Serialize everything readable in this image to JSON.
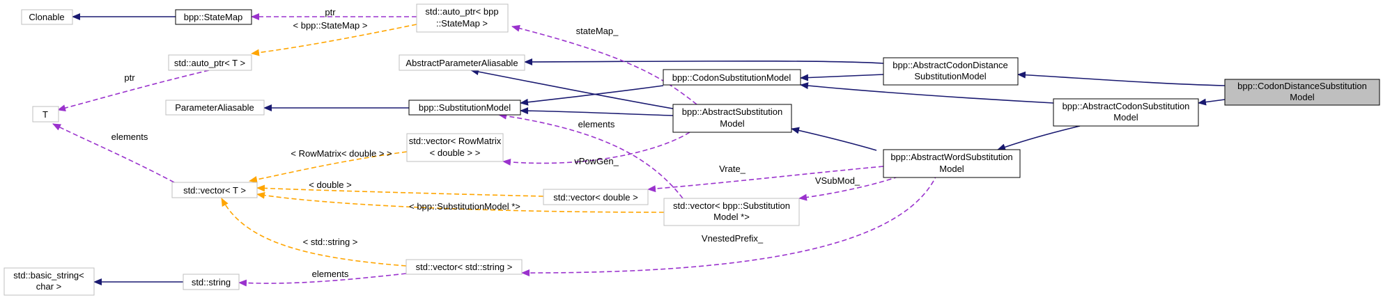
{
  "colors": {
    "inheritance": "#191970",
    "usage": "#9a32cd",
    "template": "#ffa500",
    "focus_fill": "#bfbfbf",
    "muted_border": "#bfbfbf",
    "strong_border": "#000000"
  },
  "nodes": {
    "cloneable": [
      "Clonable"
    ],
    "statemap": [
      "bpp::StateMap"
    ],
    "autoptr_statemap": [
      "std::auto_ptr< bpp",
      "::StateMap >"
    ],
    "autoptr_t": [
      "std::auto_ptr< T >"
    ],
    "t": [
      "T"
    ],
    "abstract_param_aliasable": [
      "AbstractParameterAliasable"
    ],
    "param_aliasable": [
      "ParameterAliasable"
    ],
    "substitution_model": [
      "bpp::SubstitutionModel"
    ],
    "codon_sub_model": [
      "bpp::CodonSubstitutionModel"
    ],
    "abstract_codon_distance": [
      "bpp::AbstractCodonDistance",
      "SubstitutionModel"
    ],
    "codon_distance_sub_model": [
      "bpp::CodonDistanceSubstitution",
      "Model"
    ],
    "abstract_codon_sub": [
      "bpp::AbstractCodonSubstitution",
      "Model"
    ],
    "abstract_sub_model": [
      "bpp::AbstractSubstitution",
      "Model"
    ],
    "abstract_word_sub": [
      "bpp::AbstractWordSubstitution",
      "Model"
    ],
    "vector_rowmatrix": [
      "std::vector< RowMatrix",
      "< double > >"
    ],
    "vector_t": [
      "std::vector< T >"
    ],
    "vector_double": [
      "std::vector< double >"
    ],
    "vector_submodel_ptr": [
      "std::vector< bpp::Substitution",
      "Model *>"
    ],
    "basic_string": [
      "std::basic_string<",
      "char >"
    ],
    "string": [
      "std::string"
    ],
    "vector_string": [
      "std::vector< std::string >"
    ]
  },
  "edge_labels": {
    "ptr_statemap": "ptr",
    "tmpl_statemap": "< bpp::StateMap >",
    "statemap_member": "stateMap_",
    "ptr_t": "ptr",
    "elements_t": "elements",
    "elements_submodel": "elements",
    "rowmatrix_tmpl": "< RowMatrix< double > >",
    "vpowgen": "vPowGen_",
    "vrate": "Vrate_",
    "double_tmpl": "< double >",
    "vsubmod": "VSubMod_",
    "submodel_ptr_tmpl": "< bpp::SubstitutionModel *>",
    "vnested": "VnestedPrefix_",
    "string_tmpl": "< std::string >",
    "elements_string": "elements"
  }
}
